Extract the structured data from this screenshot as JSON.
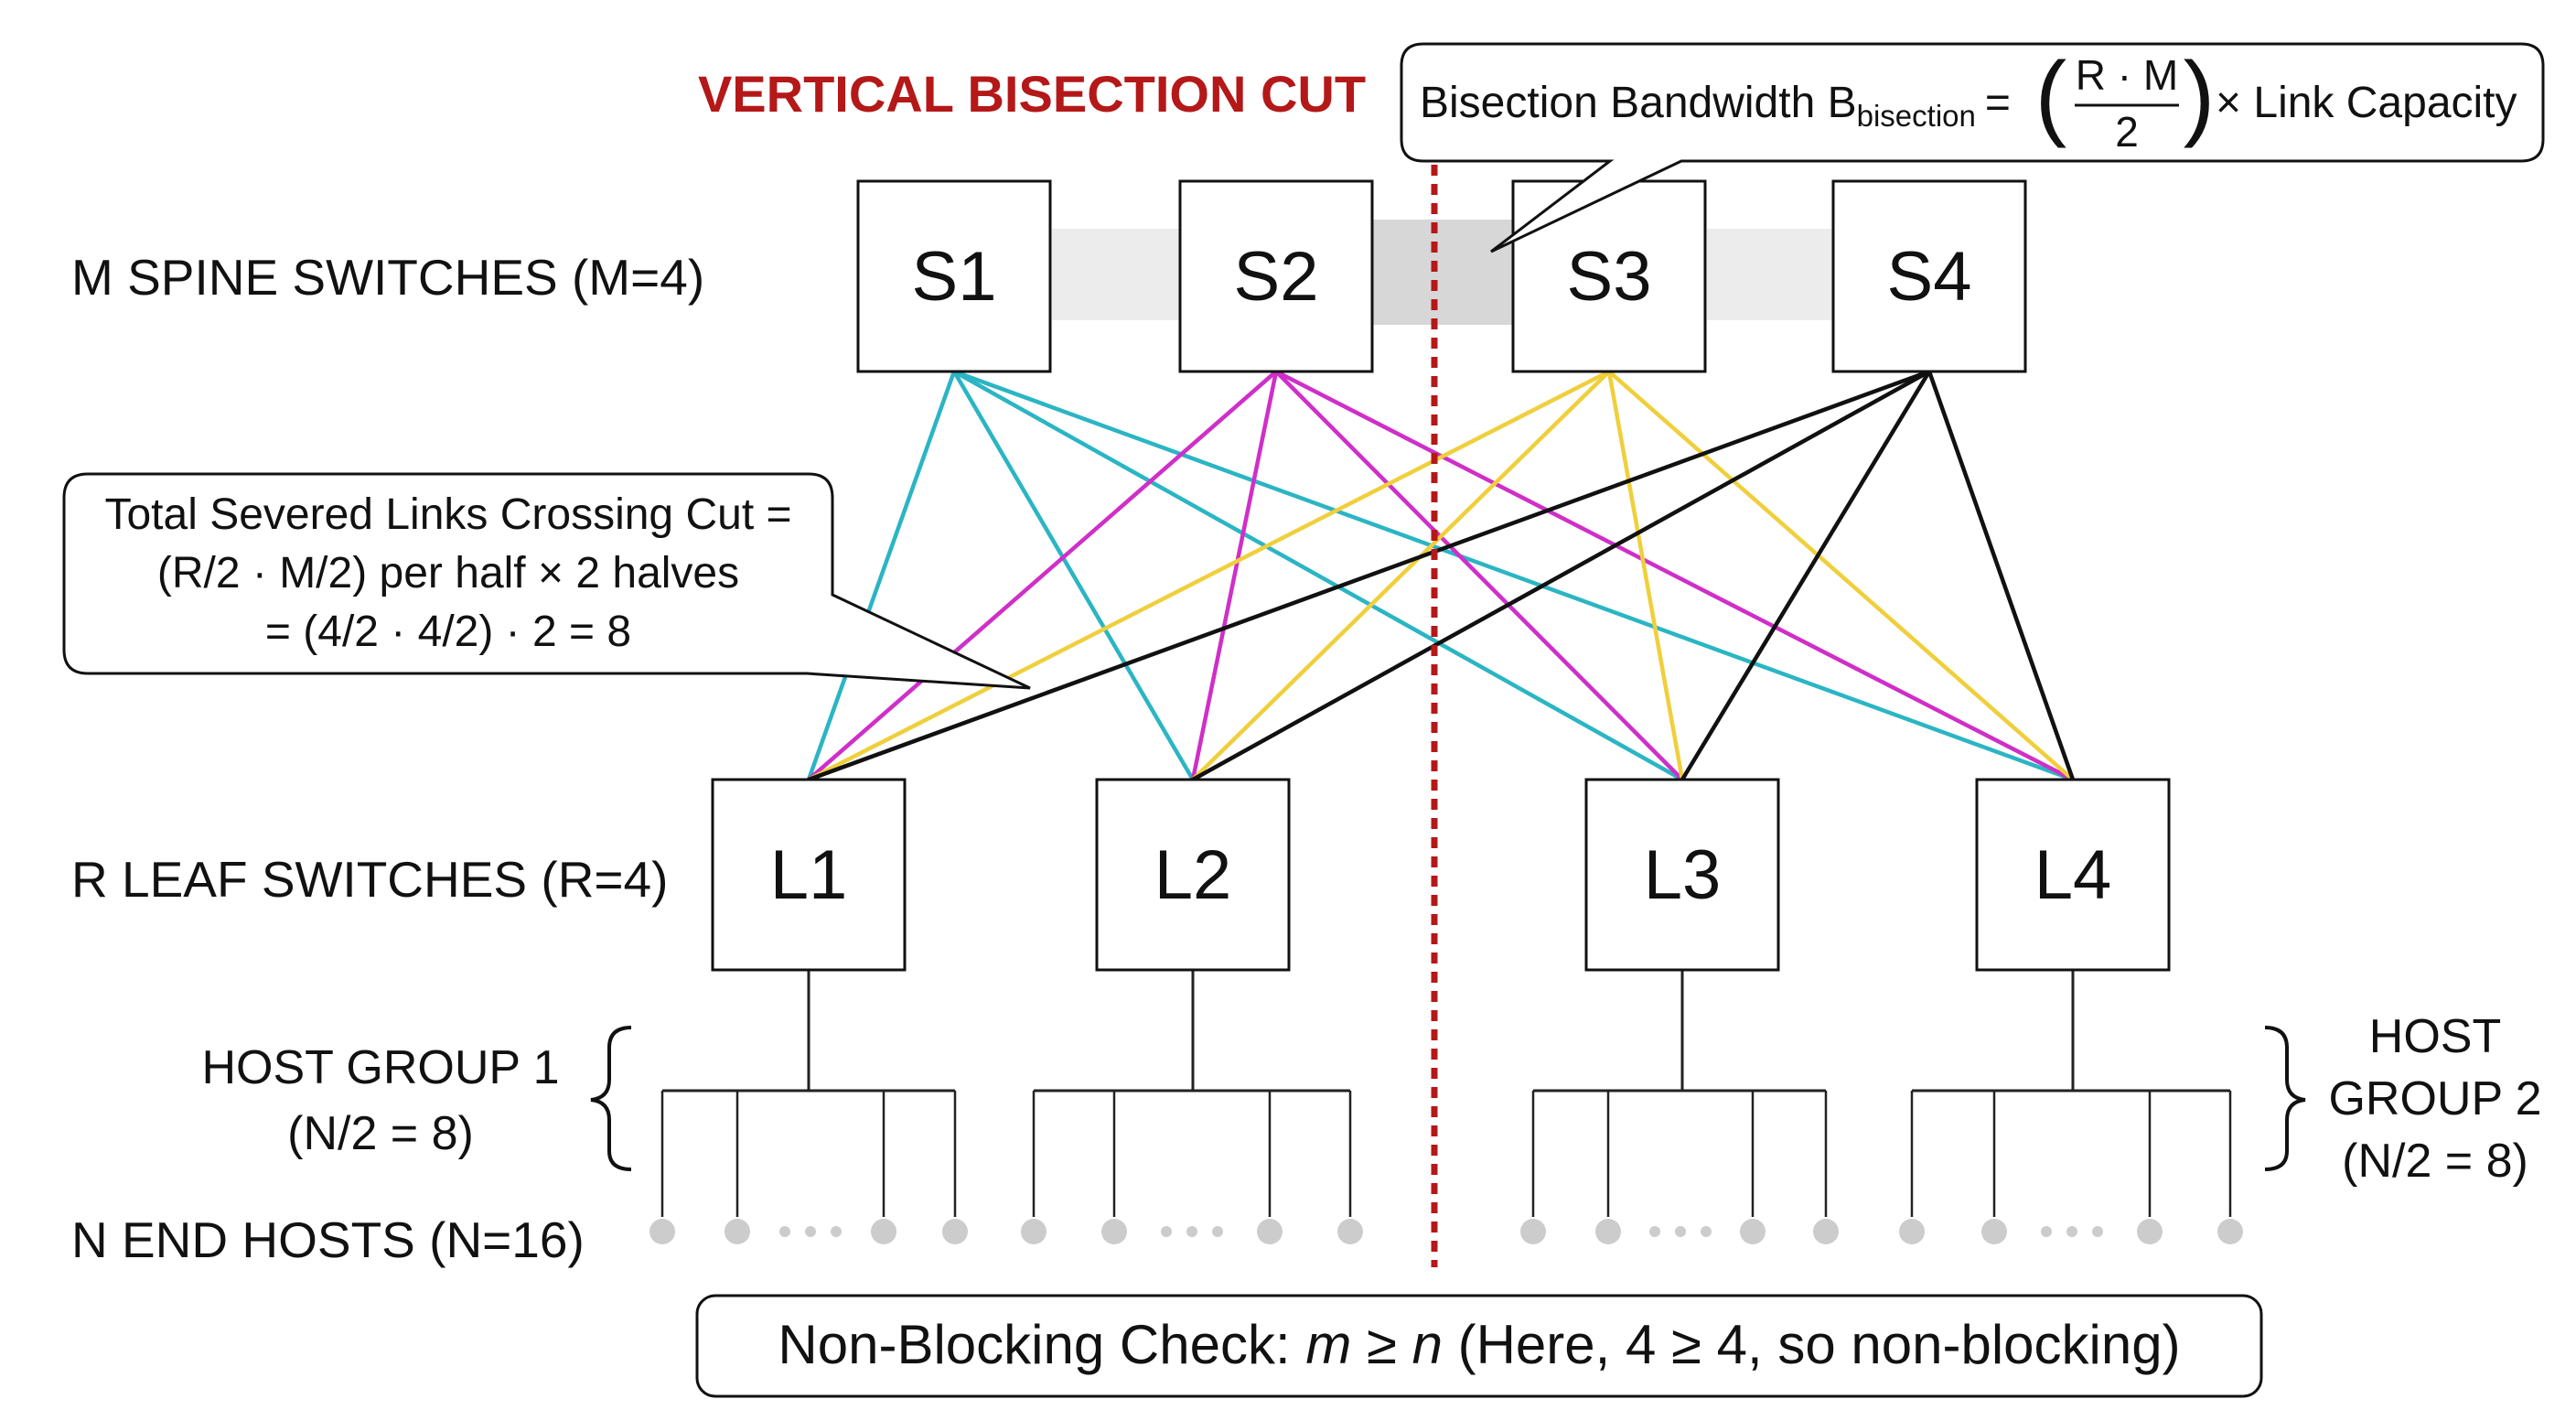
{
  "title": "VERTICAL BISECTION CUT",
  "formula": {
    "prefix": "Bisection Bandwidth B",
    "subscript": "bisection",
    "equals": "=",
    "numerator": "R · M",
    "denominator": "2",
    "suffix": "× Link Capacity"
  },
  "labels": {
    "spine": "M SPINE SWITCHES (M=4)",
    "leaf": "R LEAF SWITCHES (R=4)",
    "hosts": "N END HOSTS (N=16)",
    "group1_line1": "HOST GROUP 1",
    "group1_line2": "(N/2 = 8)",
    "group2_line1": "HOST",
    "group2_line2": "GROUP 2",
    "group2_line3": "(N/2 = 8)"
  },
  "severed": {
    "line1": "Total Severed Links Crossing Cut =",
    "line2": "(R/2 · M/2) per half × 2 halves",
    "line3": "= (4/2 · 4/2) · 2 = 8"
  },
  "check": {
    "prefix": "Non-Blocking Check: ",
    "m": "m",
    "ge": " ≥ ",
    "n": "n",
    "suffix": " (Here, 4 ≥ 4, so non-blocking)"
  },
  "spines": [
    "S1",
    "S2",
    "S3",
    "S4"
  ],
  "leaves": [
    "L1",
    "L2",
    "L3",
    "L4"
  ],
  "host_ellipsis": "• • •",
  "colors": {
    "cut": "#b41818",
    "S1": "#2bb5c4",
    "S2": "#cf2fc8",
    "S3": "#f0cf3c",
    "S4": "#111111",
    "host": "#cccccc",
    "text": "#111111"
  }
}
